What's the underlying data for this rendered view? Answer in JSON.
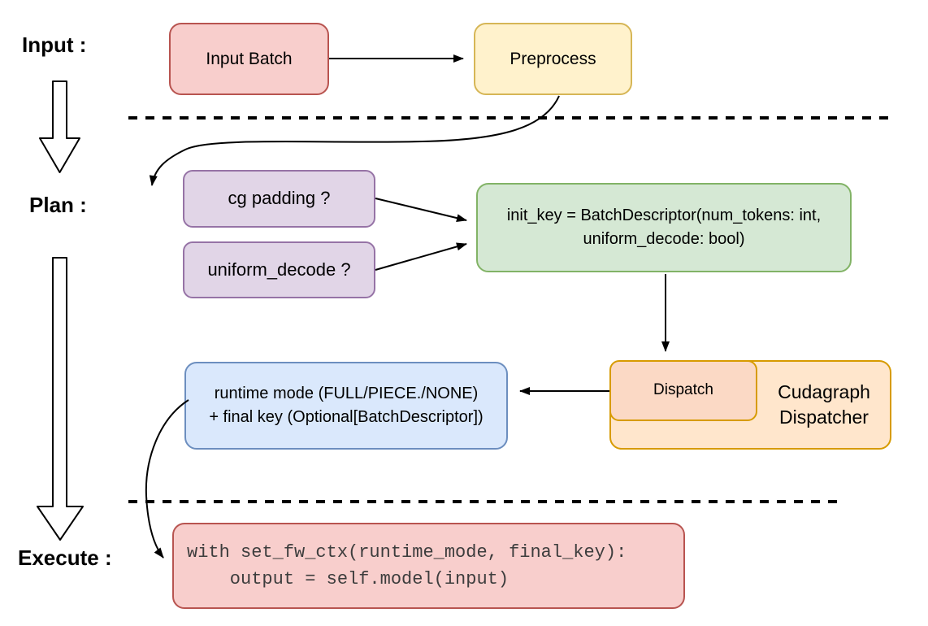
{
  "diagram": {
    "stage_labels": {
      "input": "Input :",
      "plan": "Plan :",
      "execute": "Execute :"
    },
    "nodes": {
      "input_batch": {
        "label": "Input Batch"
      },
      "preprocess": {
        "label": "Preprocess"
      },
      "cg_padding": {
        "label": "cg padding ?"
      },
      "uniform_decode": {
        "label": "uniform_decode ?"
      },
      "init_key": {
        "line1": "init_key = BatchDescriptor(num_tokens: int,",
        "line2": "uniform_decode: bool)"
      },
      "runtime_mode": {
        "line1": "runtime mode (FULL/PIECE./NONE)",
        "line2": "+ final key (Optional[BatchDescriptor])"
      },
      "dispatch": {
        "label": "Dispatch"
      },
      "cudagraph_dispatcher": {
        "line1": "Cudagraph",
        "line2": "Dispatcher"
      },
      "execute_code": {
        "line1": "with set_fw_ctx(runtime_mode, final_key):",
        "line2": "    output = self.model(input)"
      }
    },
    "colors": {
      "red_fill": "#f8cecc",
      "red_stroke": "#b85450",
      "yellow_fill": "#fff2cc",
      "yellow_stroke": "#d6b656",
      "purple_fill": "#e1d5e7",
      "purple_stroke": "#9673a6",
      "green_fill": "#d5e8d4",
      "green_stroke": "#82b366",
      "blue_fill": "#dae8fc",
      "blue_stroke": "#6c8ebf",
      "orange_fill": "#ffe6cc",
      "orange_stroke": "#d79b00",
      "peach_fill": "#fbd9c5",
      "line_color": "#000000"
    }
  }
}
